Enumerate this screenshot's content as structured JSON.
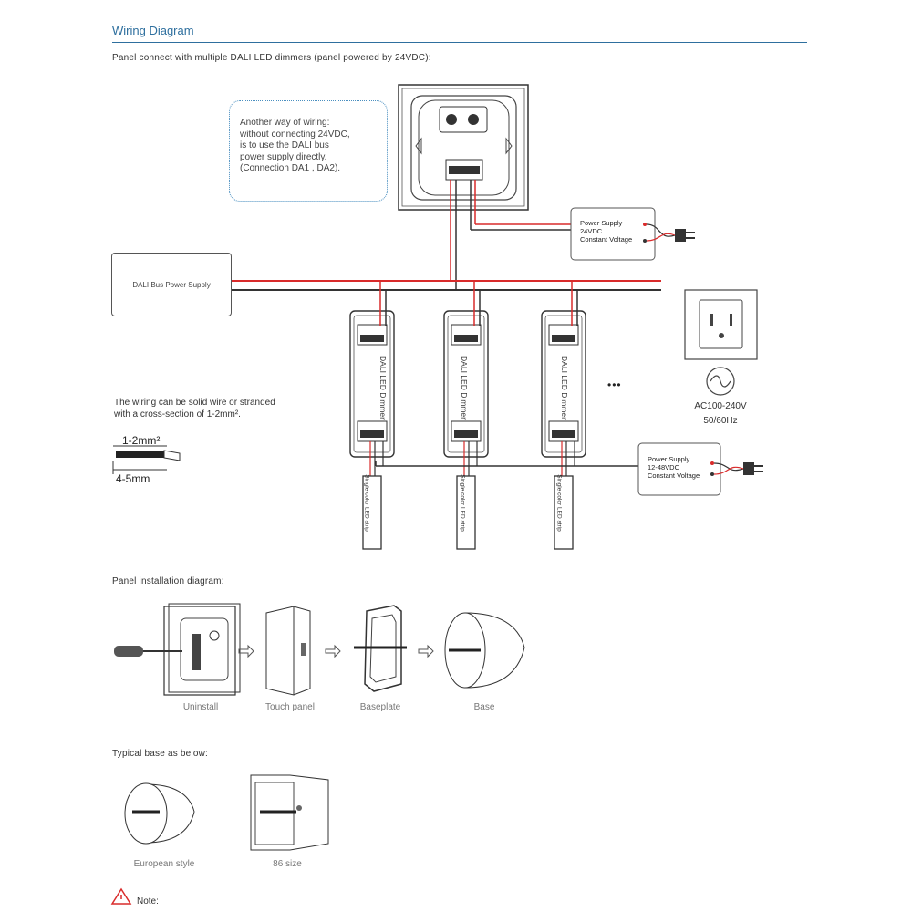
{
  "header": {
    "title": "Wiring Diagram",
    "subtitle": "Panel connect with multiple DALI LED dimmers (panel powered by 24VDC):"
  },
  "note_box": {
    "lines": [
      "Another way of wiring:",
      "without connecting 24VDC,",
      "is to use the DALI bus",
      "power supply directly.",
      "(Connection DA1 , DA2)."
    ]
  },
  "dali_psu": {
    "label": "DALI Bus Power Supply"
  },
  "psu_24v": {
    "lines": [
      "Power Supply",
      "24VDC",
      "Constant Voltage"
    ]
  },
  "psu_12_48v": {
    "lines": [
      "Power Supply",
      "12-48VDC",
      "Constant Voltage"
    ]
  },
  "dimmer": {
    "label": "DALI LED Dimmer"
  },
  "led_strip": {
    "label": "Single color LED strip"
  },
  "ellipsis": "•••",
  "ac": {
    "voltage": "AC100-240V",
    "frequency": "50/60Hz"
  },
  "wiring_note": {
    "line1": "The wiring can be solid wire or stranded",
    "line2": "with a cross-section of 1-2mm²."
  },
  "wire_spec": {
    "cross_section": "1-2mm²",
    "strip_length": "4-5mm"
  },
  "installation": {
    "title": "Panel installation diagram:",
    "steps": [
      "Uninstall",
      "Touch panel",
      "Baseplate",
      "Base"
    ]
  },
  "typical_base": {
    "title": "Typical base as below:",
    "types": [
      "European style",
      "86 size"
    ]
  },
  "note": {
    "label": "Note:"
  },
  "colors": {
    "accent": "#2e6f9e",
    "red_wire": "#d92b2b",
    "wire": "#333333",
    "warning": "#d92b2b"
  }
}
